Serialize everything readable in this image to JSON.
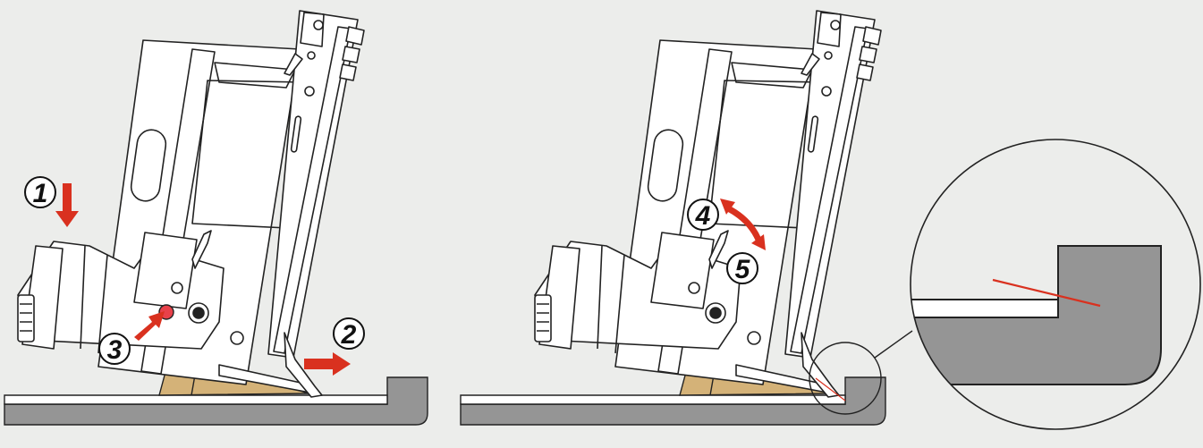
{
  "figure": {
    "background": "#ecedeb",
    "colors": {
      "outline": "#222222",
      "tool_fill": "#ffffff",
      "workpiece": "#959595",
      "wood_wedge": "#d4b278",
      "arrow": "#d9311f",
      "button": "#e8414a",
      "detail_line": "#d9311f"
    },
    "left_panel": {
      "steps": [
        {
          "label": "1",
          "arrow": "down"
        },
        {
          "label": "2",
          "arrow": "right"
        },
        {
          "label": "3",
          "arrow": "up-right"
        }
      ]
    },
    "right_panel": {
      "steps": [
        {
          "label": "4",
          "arrow": "curved-double"
        },
        {
          "label": "5",
          "arrow": "curved-double"
        }
      ],
      "detail_view": "magnified-corner"
    }
  }
}
